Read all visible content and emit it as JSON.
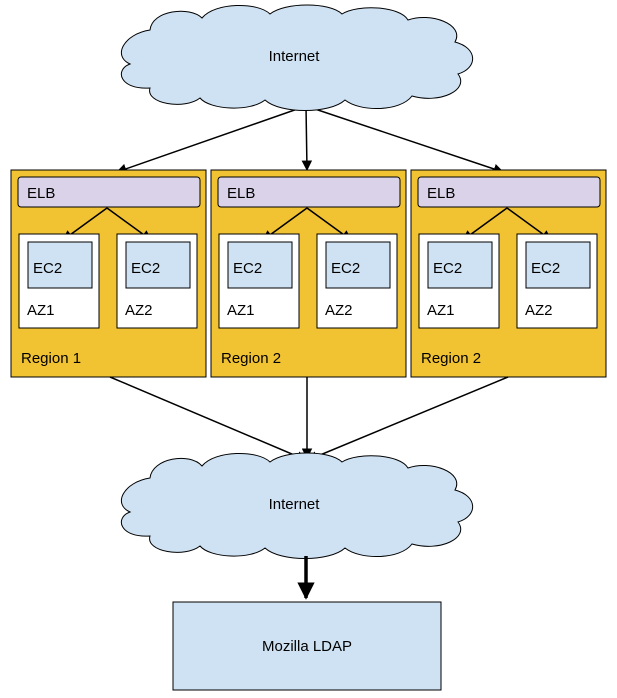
{
  "colors": {
    "cloud_fill": "#cfe2f3",
    "region_fill": "#f1c232",
    "elb_fill": "#d9d2e9",
    "ec2_fill": "#cfe2f3",
    "ldap_fill": "#cfe2f3",
    "az_fill": "#ffffff",
    "line": "#000000"
  },
  "top_cloud": {
    "label": "Internet"
  },
  "bottom_cloud": {
    "label": "Internet"
  },
  "regions": [
    {
      "label": "Region 1",
      "elb": "ELB",
      "zones": [
        {
          "ec2": "EC2",
          "az": "AZ1"
        },
        {
          "ec2": "EC2",
          "az": "AZ2"
        }
      ]
    },
    {
      "label": "Region 2",
      "elb": "ELB",
      "zones": [
        {
          "ec2": "EC2",
          "az": "AZ1"
        },
        {
          "ec2": "EC2",
          "az": "AZ2"
        }
      ]
    },
    {
      "label": "Region 2",
      "elb": "ELB",
      "zones": [
        {
          "ec2": "EC2",
          "az": "AZ1"
        },
        {
          "ec2": "EC2",
          "az": "AZ2"
        }
      ]
    }
  ],
  "ldap": {
    "label": "Mozilla LDAP"
  }
}
